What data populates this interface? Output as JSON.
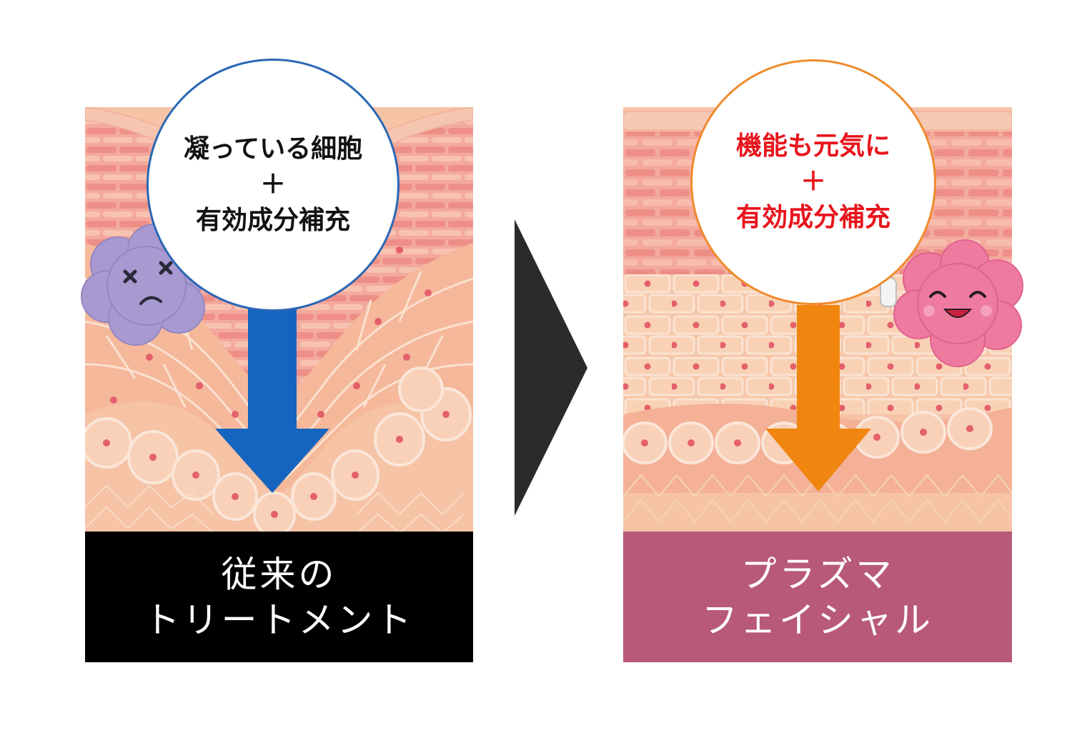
{
  "left": {
    "bubble": {
      "line1": "凝っている細胞",
      "line2": "＋",
      "line3": "有効成分補充"
    },
    "label": {
      "line1": "従来の",
      "line2": "トリートメント"
    },
    "arrow_color": "#1565c0",
    "cell_character": {
      "color": "#a89ad0",
      "icon": "sad-cell-icon"
    }
  },
  "right": {
    "bubble": {
      "line1": "機能も元気に",
      "line2": "＋",
      "line3": "有効成分補充"
    },
    "label": {
      "line1": "プラズマ",
      "line2": "フェイシャル"
    },
    "arrow_color": "#f08510",
    "cell_character": {
      "color": "#ee7aa0",
      "icon": "happy-cell-icon"
    }
  },
  "transition_icon": "right-chevron-icon",
  "colors": {
    "skin_base": "#f6c3a6",
    "cell_fill": "#f9d1b8",
    "cell_line": "#fbe6d8",
    "nucleus": "#e4606c",
    "label_right_bg": "#b85978"
  }
}
